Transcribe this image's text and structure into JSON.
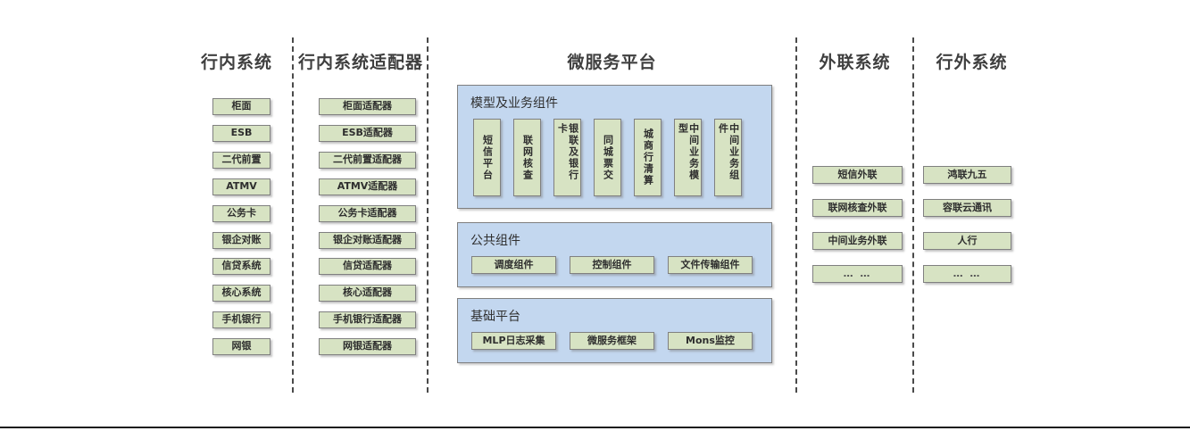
{
  "diagram": {
    "title_bank_internal": "行内系统",
    "title_bank_internal_adapter": "行内系统适配器",
    "title_microservice_platform": "微服务平台",
    "title_external_link": "外联系统",
    "title_outside_bank": "行外系统"
  },
  "colors": {
    "node_fill": "#d7e3c3",
    "node_border": "#808080",
    "panel_fill": "#c3d7ef",
    "panel_border": "#7f7f7f",
    "divider": "#4a4a4a",
    "text": "#2e2e2e"
  },
  "columns": {
    "bank_internal": {
      "title": "行内系统",
      "items": [
        {
          "label": "柜面"
        },
        {
          "label": "ESB"
        },
        {
          "label": "二代前置"
        },
        {
          "label": "ATMV"
        },
        {
          "label": "公务卡"
        },
        {
          "label": "银企对账"
        },
        {
          "label": "信贷系统"
        },
        {
          "label": "核心系统"
        },
        {
          "label": "手机银行"
        },
        {
          "label": "网银"
        }
      ]
    },
    "bank_internal_adapter": {
      "title": "行内系统适配器",
      "items": [
        {
          "label": "柜面适配器"
        },
        {
          "label": "ESB适配器"
        },
        {
          "label": "二代前置适配器"
        },
        {
          "label": "ATMV适配器"
        },
        {
          "label": "公务卡适配器"
        },
        {
          "label": "银企对账适配器"
        },
        {
          "label": "信贷适配器"
        },
        {
          "label": "核心适配器"
        },
        {
          "label": "手机银行适配器"
        },
        {
          "label": "网银适配器"
        }
      ]
    },
    "external_link": {
      "title": "外联系统",
      "items": [
        {
          "label": "短信外联"
        },
        {
          "label": "联网核查外联"
        },
        {
          "label": "中间业务外联"
        },
        {
          "label": "… …"
        }
      ]
    },
    "outside_bank": {
      "title": "行外系统",
      "items": [
        {
          "label": "鸿联九五"
        },
        {
          "label": "容联云通讯"
        },
        {
          "label": "人行"
        },
        {
          "label": "… …"
        }
      ]
    }
  },
  "microservice_platform": {
    "title": "微服务平台",
    "panels": [
      {
        "title": "模型及业务组件",
        "orientation": "vertical",
        "items": [
          {
            "label": "短信平台"
          },
          {
            "label": "联网核查"
          },
          {
            "label": "银联及银行卡"
          },
          {
            "label": "同城票交"
          },
          {
            "label": "城商行清算"
          },
          {
            "label": "中间业务模型"
          },
          {
            "label": "中间业务组件"
          }
        ]
      },
      {
        "title": "公共组件",
        "orientation": "horizontal",
        "items": [
          {
            "label": "调度组件"
          },
          {
            "label": "控制组件"
          },
          {
            "label": "文件传输组件"
          }
        ]
      },
      {
        "title": "基础平台",
        "orientation": "horizontal",
        "items": [
          {
            "label": "MLP日志采集"
          },
          {
            "label": "微服务框架"
          },
          {
            "label": "Mons监控"
          }
        ]
      }
    ]
  }
}
